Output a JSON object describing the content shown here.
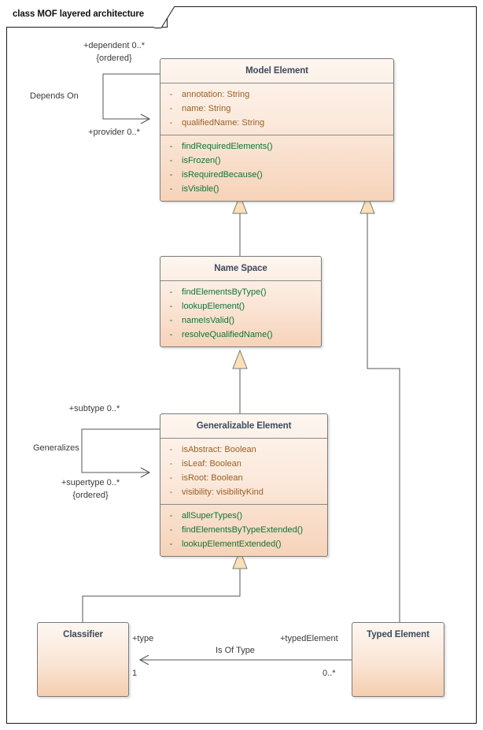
{
  "diagram": {
    "title": "class MOF layered architecture"
  },
  "classes": {
    "model_element": {
      "name": "Model Element",
      "attributes": [
        {
          "visibility": "-",
          "text": "annotation: String"
        },
        {
          "visibility": "-",
          "text": "name: String"
        },
        {
          "visibility": "-",
          "text": "qualifiedName: String"
        }
      ],
      "operations": [
        {
          "visibility": "-",
          "text": "findRequiredElements()"
        },
        {
          "visibility": "-",
          "text": "isFrozen()"
        },
        {
          "visibility": "-",
          "text": "isRequiredBecause()"
        },
        {
          "visibility": "-",
          "text": "isVisible()"
        }
      ]
    },
    "name_space": {
      "name": "Name Space",
      "attributes": [],
      "operations": [
        {
          "visibility": "-",
          "text": "findElementsByType()"
        },
        {
          "visibility": "-",
          "text": "lookupElement()"
        },
        {
          "visibility": "-",
          "text": "nameIsValid()"
        },
        {
          "visibility": "-",
          "text": "resolveQualifiedName()"
        }
      ]
    },
    "generalizable_element": {
      "name": "Generalizable Element",
      "attributes": [
        {
          "visibility": "-",
          "text": "isAbstract: Boolean"
        },
        {
          "visibility": "-",
          "text": "isLeaf: Boolean"
        },
        {
          "visibility": "-",
          "text": "isRoot: Boolean"
        },
        {
          "visibility": "-",
          "text": "visibility: visibilityKind"
        }
      ],
      "operations": [
        {
          "visibility": "-",
          "text": "allSuperTypes()"
        },
        {
          "visibility": "-",
          "text": "findElementsByTypeExtended()"
        },
        {
          "visibility": "-",
          "text": "lookupElementExtended()"
        }
      ]
    },
    "classifier": {
      "name": "Classifier"
    },
    "typed_element": {
      "name": "Typed Element"
    }
  },
  "associations": {
    "depends_on": {
      "name": "Depends On",
      "source_role": "+dependent 0..*",
      "source_constraint": "{ordered}",
      "target_role": "+provider 0..*"
    },
    "generalizes": {
      "name": "Generalizes",
      "source_role": "+subtype 0..*",
      "target_role": "+supertype 0..*",
      "target_constraint": "{ordered}"
    },
    "is_of_type": {
      "name": "Is Of Type",
      "classifier_role": "+type",
      "classifier_multiplicity": "1",
      "typed_element_role": "+typedElement",
      "typed_element_multiplicity": "0..*"
    }
  },
  "colors": {
    "class_fill_top": "#fdf6f0",
    "class_fill_bottom": "#f6d3b9",
    "class_border": "#7a7a7a",
    "name_text": "#3d4a5c",
    "attribute_text": "#9a5f22",
    "operation_text": "#0d7536",
    "connector": "#555555",
    "generalization_fill": "#fbe0b8"
  }
}
